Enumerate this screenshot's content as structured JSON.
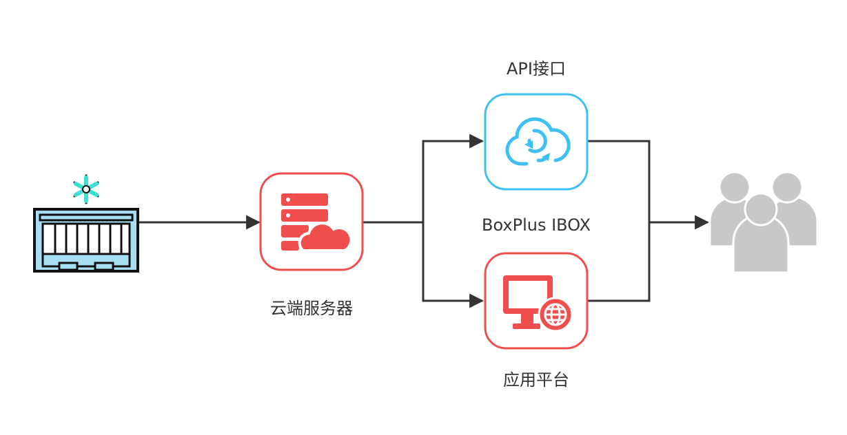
{
  "nodes": {
    "container": {
      "label": "",
      "icon": "refrigerated-container-icon",
      "colors": {
        "stroke": "#111111",
        "fill": "#a8dff0",
        "snowflake": "#3de0d0"
      }
    },
    "cloud_server": {
      "label": "云端服务器",
      "icon": "cloud-server-icon",
      "color": "#f04e4e"
    },
    "api": {
      "label": "API接口",
      "icon": "cloud-sync-icon",
      "color": "#3ec0f0"
    },
    "app_platform": {
      "label": "应用平台",
      "icon": "monitor-globe-icon",
      "color": "#f04e4e"
    },
    "users": {
      "label": "",
      "icon": "users-group-icon",
      "color": "#cccccc"
    }
  },
  "middle_label": "BoxPlus IBOX",
  "connector_color": "#333333"
}
